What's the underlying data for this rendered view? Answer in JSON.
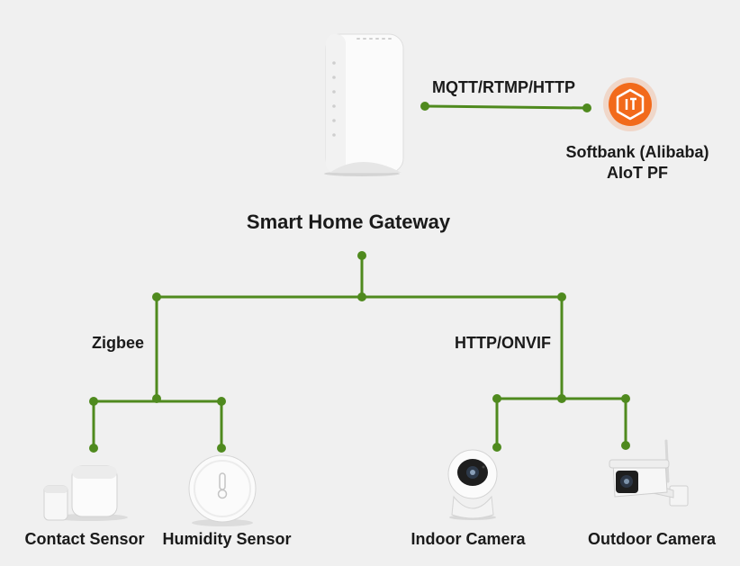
{
  "gateway": {
    "name": "Smart Home Gateway",
    "icon": "router-icon"
  },
  "cloud": {
    "protocol": "MQTT/RTMP/HTTP",
    "name_line1": "Softbank (Alibaba)",
    "name_line2": "AIoT PF",
    "icon": "aiot-platform-logo-icon",
    "color": "#f26a1b"
  },
  "branches": {
    "zigbee": {
      "protocol": "Zigbee",
      "devices": [
        {
          "label": "Contact Sensor",
          "icon": "contact-sensor-icon"
        },
        {
          "label": "Humidity Sensor",
          "icon": "humidity-sensor-icon"
        }
      ]
    },
    "camera": {
      "protocol": "HTTP/ONVIF",
      "devices": [
        {
          "label": "Indoor Camera",
          "icon": "indoor-camera-icon"
        },
        {
          "label": "Outdoor Camera",
          "icon": "outdoor-camera-icon"
        }
      ]
    }
  },
  "colors": {
    "line": "#4f8a1e",
    "background": "#f0f0f0"
  }
}
